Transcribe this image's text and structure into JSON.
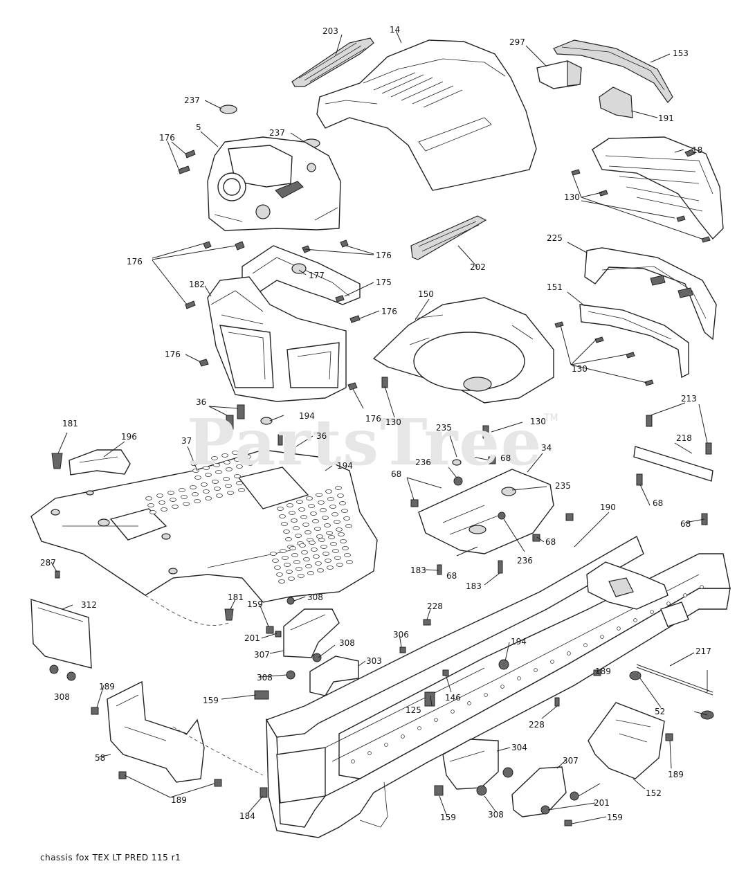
{
  "diagram": {
    "watermark": "PartsTree",
    "trademark": "TM",
    "footer": "chassis fox TEX LT PRED 115 r1",
    "callouts": [
      "203",
      "14",
      "297",
      "153",
      "237",
      "191",
      "176",
      "5",
      "237",
      "18",
      "130",
      "225",
      "202",
      "176",
      "176",
      "177",
      "175",
      "182",
      "151",
      "150",
      "176",
      "176",
      "130",
      "176",
      "130",
      "36",
      "194",
      "213",
      "181",
      "196",
      "37",
      "36",
      "130",
      "235",
      "218",
      "194",
      "236",
      "68",
      "34",
      "68",
      "235",
      "68",
      "68",
      "190",
      "68",
      "287",
      "236",
      "183",
      "68",
      "183",
      "181",
      "308",
      "312",
      "159",
      "228",
      "201",
      "306",
      "194",
      "307",
      "308",
      "308",
      "303",
      "146",
      "217",
      "189",
      "125",
      "189",
      "52",
      "159",
      "228",
      "58",
      "304",
      "307",
      "189",
      "152",
      "308",
      "189",
      "201",
      "184",
      "159",
      "308",
      "159"
    ]
  }
}
